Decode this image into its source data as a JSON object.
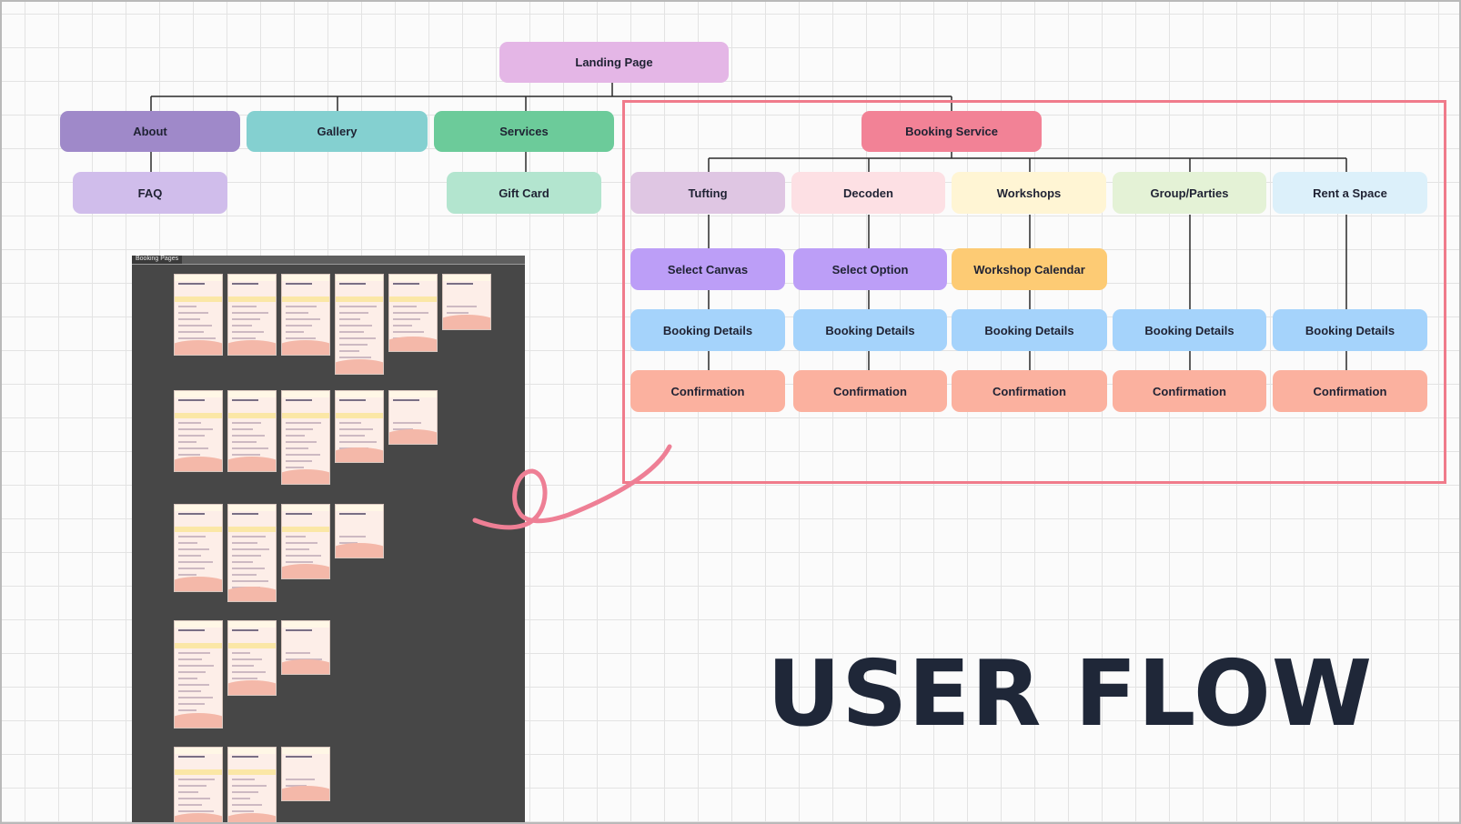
{
  "title": "USER FLOW",
  "colors": {
    "line": "#2b2b2b",
    "highlight_box": "#f07b8b",
    "scribble": "#ee7f95",
    "title": "#1f2738",
    "panel_bg": "#474747"
  },
  "nodes": {
    "landing": "Landing Page",
    "about": "About",
    "gallery": "Gallery",
    "services": "Services",
    "booking_service": "Booking Service",
    "faq": "FAQ",
    "gift_card": "Gift Card",
    "tufting": "Tufting",
    "decoden": "Decoden",
    "workshops": "Workshops",
    "group_parties": "Group/Parties",
    "rent_space": "Rent a Space",
    "select_canvas": "Select Canvas",
    "select_option": "Select Option",
    "workshop_calendar": "Workshop Calendar",
    "booking_details": "Booking Details",
    "confirmation": "Confirmation"
  },
  "node_colors": {
    "landing": "#e4b6e6",
    "about": "#9f89c9",
    "gallery": "#84d0d0",
    "services": "#6ccb9a",
    "booking_service": "#f28296",
    "faq": "#d0bdeb",
    "gift_card": "#b3e5cf",
    "tufting": "#dfc6e3",
    "decoden": "#fde0e4",
    "workshops": "#fff5d4",
    "group_parties": "#e4f2d6",
    "rent_space": "#dcf0fa",
    "select": "#bc9ef7",
    "workshop_calendar": "#fdcb74",
    "booking_details": "#a5d3fb",
    "confirmation": "#fbb19f"
  },
  "booking_pages": {
    "label": "Booking Pages",
    "rows": [
      6,
      5,
      4,
      3,
      3
    ]
  }
}
